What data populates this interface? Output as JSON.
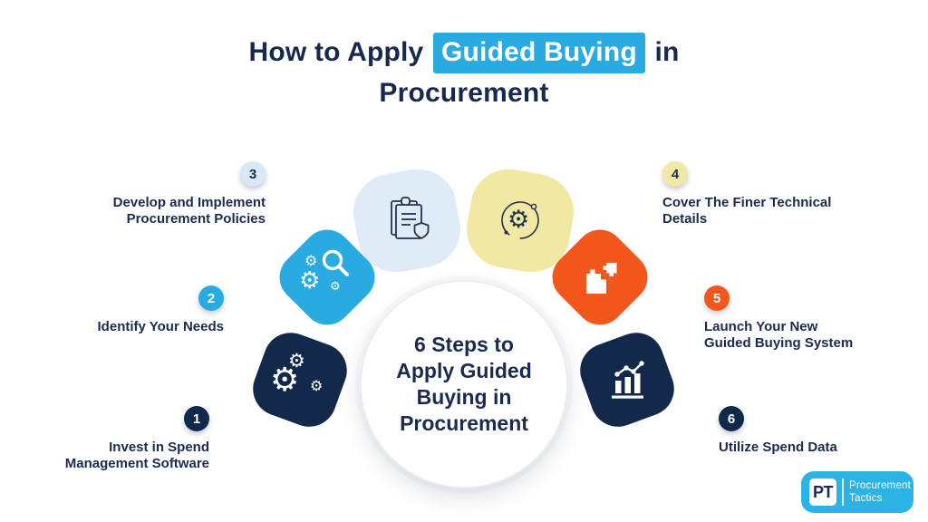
{
  "title": {
    "part1": "How to Apply",
    "highlight": "Guided Buying",
    "part2": "in",
    "line2": "Procurement",
    "highlight_bg": "#29ABE2",
    "text_color": "#17294C"
  },
  "center": {
    "title": "6 Steps to\nApply Guided\nBuying in\nProcurement"
  },
  "steps": [
    {
      "number": "1",
      "label": "Invest in Spend\nManagement Software",
      "icon": "gears-icon",
      "color": "#13294B",
      "badge_color": "#13294B",
      "number_color": "#FFFFFF"
    },
    {
      "number": "2",
      "label": "Identify Your Needs",
      "icon": "gears-magnifier-icon",
      "color": "#29ABE2",
      "badge_color": "#29ABE2",
      "number_color": "#FFFFFF"
    },
    {
      "number": "3",
      "label": "Develop and Implement\nProcurement Policies",
      "icon": "clipboard-shield-icon",
      "color": "#DFECF7",
      "badge_color": "#D8E8F5",
      "number_color": "#1B2B4D"
    },
    {
      "number": "4",
      "label": "Cover The Finer Technical\nDetails",
      "icon": "gear-wrench-icon",
      "color": "#F1E9A3",
      "badge_color": "#F0E8A4",
      "number_color": "#1B2B4D"
    },
    {
      "number": "5",
      "label": "Launch Your New\nGuided Buying System",
      "icon": "puzzle-icon",
      "color": "#F4571C",
      "badge_color": "#F4571C",
      "number_color": "#FFFFFF"
    },
    {
      "number": "6",
      "label": "Utilize Spend Data",
      "icon": "bar-chart-icon",
      "color": "#13294B",
      "badge_color": "#13294B",
      "number_color": "#FFFFFF"
    }
  ],
  "logo": {
    "monogram": "PT",
    "line1": "Procurement",
    "line2": "Tactics",
    "bg": "#2BB3E6"
  },
  "colors": {
    "navy": "#13294B",
    "cyan": "#29ABE2",
    "pale_blue": "#DFECF7",
    "pale_yellow": "#F1E9A3",
    "orange": "#F4571C",
    "text": "#1B2B4D"
  }
}
